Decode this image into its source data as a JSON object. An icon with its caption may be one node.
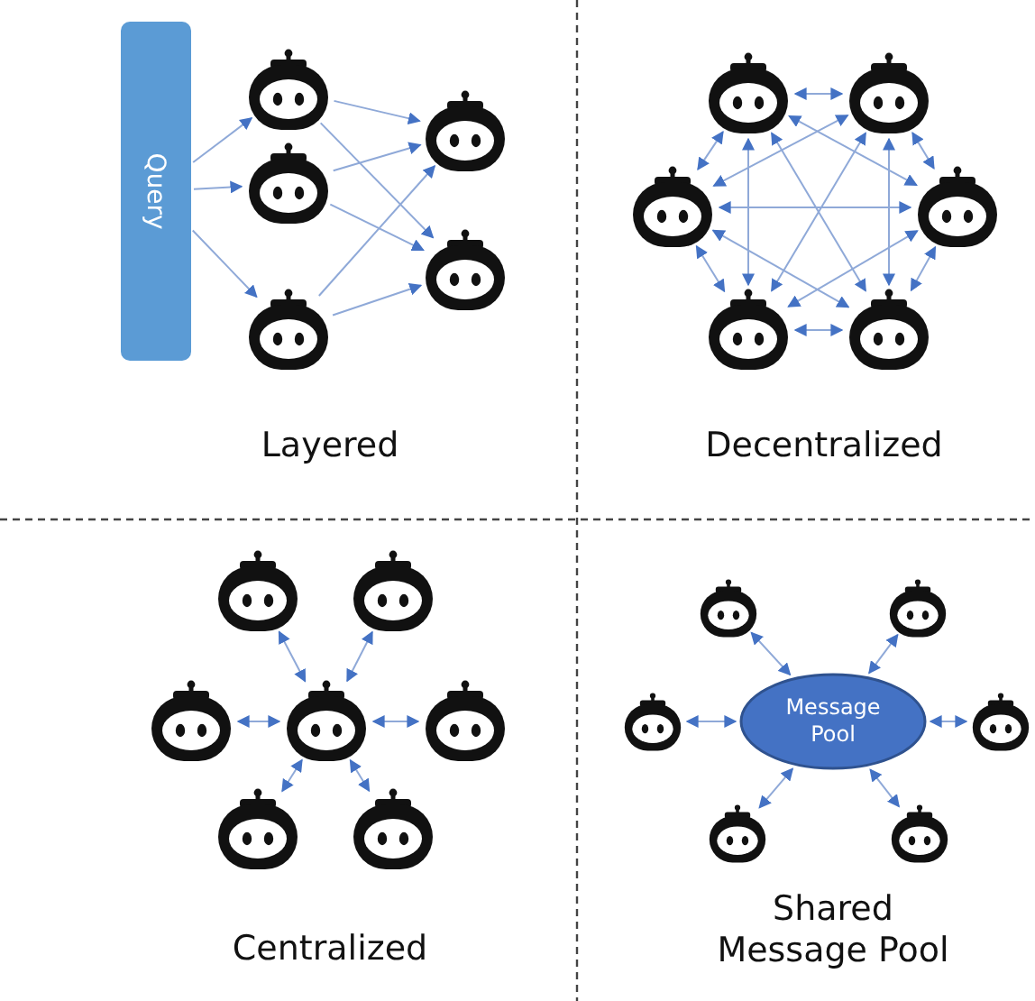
{
  "diagram": {
    "nodes": [
      {
        "text": [
          "Query"
        ]
      },
      {
        "text": [],
        "shape": "robot"
      },
      {
        "text": [],
        "shape": "robot"
      },
      {
        "text": [],
        "shape": "robot"
      },
      {
        "text": [],
        "shape": "robot"
      },
      {
        "text": [],
        "shape": "robot"
      },
      {
        "text": [],
        "shape": "robot"
      },
      {
        "text": [],
        "shape": "robot"
      },
      {
        "text": [],
        "shape": "robot"
      },
      {
        "text": [],
        "shape": "robot"
      },
      {
        "text": [],
        "shape": "robot"
      },
      {
        "text": [],
        "shape": "robot"
      },
      {
        "text": [],
        "shape": "robot"
      },
      {
        "text": [],
        "shape": "robot"
      },
      {
        "text": [],
        "shape": "robot"
      },
      {
        "text": [],
        "shape": "robot"
      },
      {
        "text": [],
        "shape": "robot"
      },
      {
        "text": [],
        "shape": "robot"
      },
      {
        "text": [],
        "shape": "robot"
      },
      {
        "text": [
          "Message Pool"
        ]
      },
      {
        "text": [],
        "shape": "robot"
      },
      {
        "text": [],
        "shape": "robot"
      },
      {
        "text": [],
        "shape": "robot"
      },
      {
        "text": [],
        "shape": "robot"
      },
      {
        "text": [],
        "shape": "robot"
      },
      {
        "text": [],
        "shape": "robot"
      }
    ],
    "edges": [
      {
        "from": 0,
        "to": 1,
        "arrow": "to"
      },
      {
        "from": 0,
        "to": 2,
        "arrow": "to"
      },
      {
        "from": 0,
        "to": 3,
        "arrow": "to"
      },
      {
        "from": 1,
        "to": 4,
        "arrow": "to"
      },
      {
        "from": 1,
        "to": 5,
        "arrow": "to"
      },
      {
        "from": 2,
        "to": 4,
        "arrow": "to"
      },
      {
        "from": 2,
        "to": 5,
        "arrow": "to"
      },
      {
        "from": 3,
        "to": 4,
        "arrow": "to"
      },
      {
        "from": 3,
        "to": 5,
        "arrow": "to"
      },
      {
        "from": 6,
        "to": 7,
        "arrow": "both"
      },
      {
        "from": 6,
        "to": 8,
        "arrow": "both"
      },
      {
        "from": 7,
        "to": 9,
        "arrow": "both"
      },
      {
        "from": 8,
        "to": 10,
        "arrow": "both"
      },
      {
        "from": 9,
        "to": 11,
        "arrow": "both"
      },
      {
        "from": 10,
        "to": 11,
        "arrow": "both"
      },
      {
        "from": 6,
        "to": 9,
        "arrow": "both"
      },
      {
        "from": 6,
        "to": 10,
        "arrow": "both"
      },
      {
        "from": 6,
        "to": 11,
        "arrow": "both"
      },
      {
        "from": 7,
        "to": 8,
        "arrow": "both"
      },
      {
        "from": 7,
        "to": 10,
        "arrow": "both"
      },
      {
        "from": 7,
        "to": 11,
        "arrow": "both"
      },
      {
        "from": 8,
        "to": 9,
        "arrow": "both"
      },
      {
        "from": 8,
        "to": 11,
        "arrow": "both"
      },
      {
        "from": 9,
        "to": 10,
        "arrow": "both"
      },
      {
        "from": 15,
        "to": 12,
        "arrow": "both"
      },
      {
        "from": 15,
        "to": 13,
        "arrow": "both"
      },
      {
        "from": 15,
        "to": 14,
        "arrow": "both"
      },
      {
        "from": 15,
        "to": 16,
        "arrow": "both"
      },
      {
        "from": 15,
        "to": 17,
        "arrow": "both"
      },
      {
        "from": 15,
        "to": 18,
        "arrow": "both"
      },
      {
        "from": 19,
        "to": 20,
        "arrow": "both"
      },
      {
        "from": 19,
        "to": 21,
        "arrow": "both"
      },
      {
        "from": 19,
        "to": 22,
        "arrow": "both"
      },
      {
        "from": 19,
        "to": 23,
        "arrow": "both"
      },
      {
        "from": 19,
        "to": 24,
        "arrow": "both"
      },
      {
        "from": 19,
        "to": 25,
        "arrow": "both"
      }
    ],
    "labels": [
      "Layered",
      "Decentralized",
      "Centralized",
      "Shared Message Pool"
    ]
  }
}
